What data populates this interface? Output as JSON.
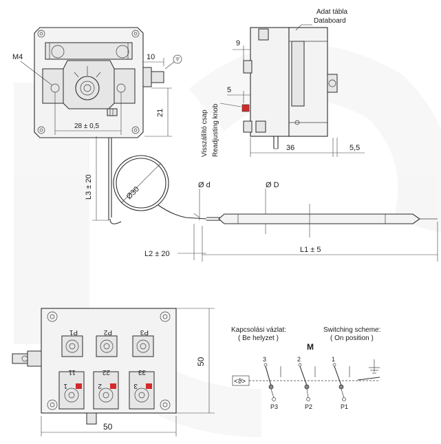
{
  "labels": {
    "data_plate_hu": "Adat tábla",
    "data_plate_en": "Databoard",
    "m4": "M4",
    "dim_10": "10",
    "dim_21": "21",
    "dim_28": "28 ± 0,5",
    "dim_9": "9",
    "dim_5": "5",
    "readjust_hu": "Visszállító csap",
    "readjust_en": "Readjusting knob",
    "dim_36": "36",
    "dim_5_5": "5,5",
    "dim_l3": "L3 ± 20",
    "dim_o30": "Ø30",
    "dim_od": "Ø d",
    "dim_oD": "Ø D",
    "dim_l2": "L2 ± 20",
    "dim_l1": "L1 ± 5",
    "dim_50_w": "50",
    "dim_50_h": "50",
    "scheme_hu": "Kapcsolási vázlat:",
    "scheme_hu_sub": "( Be helyzet )",
    "scheme_en": "Switching scheme:",
    "scheme_en_sub": "( On position )",
    "m": "M",
    "theta": "<ϑ>",
    "pole_3": "3",
    "pole_2": "2",
    "pole_1": "1"
  },
  "terminals": {
    "top": [
      "P1",
      "P2",
      "P3"
    ],
    "bottom_codes": [
      "11",
      "22",
      "33"
    ],
    "bottom_nums": [
      "1",
      "2",
      "3"
    ]
  },
  "scheme_outputs": [
    "P3",
    "P2",
    "P1"
  ],
  "colors": {
    "accent_red": "#d42a2a",
    "line": "#2a2a2a",
    "fill": "#f3f3f3"
  }
}
